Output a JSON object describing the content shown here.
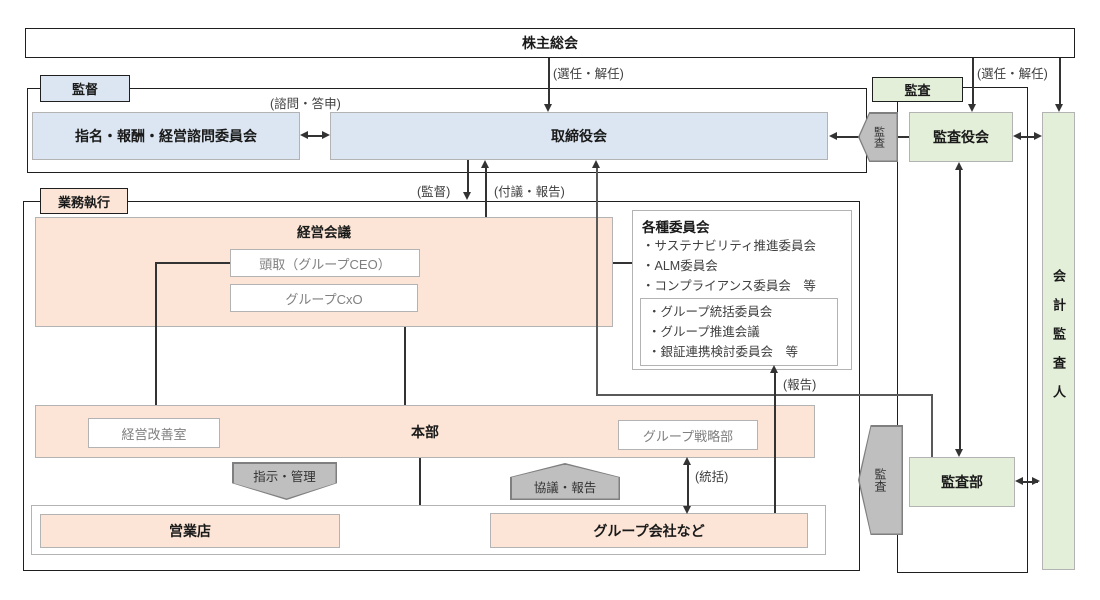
{
  "colors": {
    "blue": "#dce6f2",
    "green": "#e3efd9",
    "peach": "#fce5d6",
    "grayshape": "#bfbfbf",
    "grayedge": "#7f7f7f",
    "line": "#333333"
  },
  "nodes": {
    "shareholders": "株主総会",
    "supervision_tag": "監督",
    "advisory_committee": "指名・報酬・経営諮問委員会",
    "board": "取締役会",
    "audit_tag": "監査",
    "audit_board": "監査役会",
    "accounting_auditor": "会計監査人",
    "execution_tag": "業務執行",
    "management_meeting": "経営会議",
    "ceo": "頭取（グループCEO）",
    "cxo": "グループCxO",
    "committees_title": "各種委員会",
    "committees_items": [
      "・サステナビリティ推進委員会",
      "・ALM委員会",
      "・コンプライアンス委員会　等"
    ],
    "subcommittees_items": [
      "・グループ統括委員会",
      "・グループ推進会議",
      "・銀証連携検討委員会　等"
    ],
    "headquarters": "本部",
    "improvement_office": "経営改善室",
    "group_strategy": "グループ戦略部",
    "sales_branches": "営業店",
    "group_companies": "グループ会社など",
    "audit_dept": "監査部",
    "audit_chevron_top": "監査",
    "audit_chevron_bottom": "監査"
  },
  "labels": {
    "appoint_dismiss_left": "(選任・解任)",
    "appoint_dismiss_right": "(選任・解任)",
    "advisory_reply": "(諮問・答申)",
    "supervise": "(監督)",
    "submit_report": "(付議・報告)",
    "report": "(報告)",
    "control": "(統括)",
    "instruct_manage": "指示・管理",
    "consult_report": "協議・報告"
  }
}
